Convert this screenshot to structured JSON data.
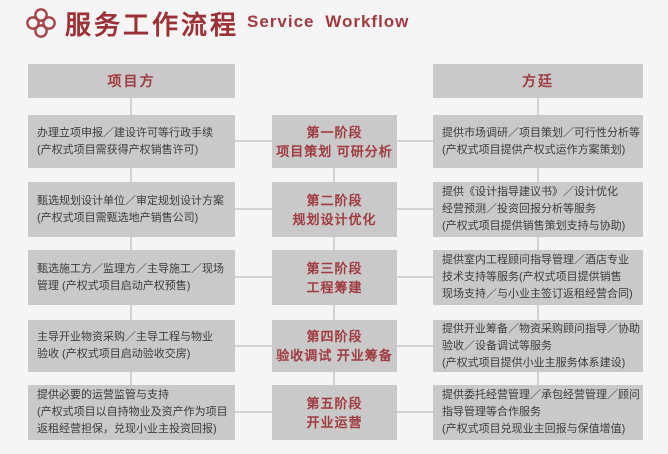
{
  "title": {
    "zh": "服务工作流程",
    "en": "Service Workflow"
  },
  "colors": {
    "background": "#f5f5f5",
    "box_fill": "#c9c9c9",
    "accent_red": "#9c3136",
    "body_text": "#3c3c3c",
    "connector": "#d2d2d2"
  },
  "columns": {
    "left_header": "项目方",
    "right_header": "方廷"
  },
  "rows": [
    {
      "left_lines": [
        "办理立项申报／建设许可等行政手续",
        "(产权式项目需获得产权销售许可)"
      ],
      "stage_title": "第一阶段",
      "stage_subtitle": "项目策划 可研分析",
      "right_lines": [
        "提供市场调研／项目策划／可行性分析等",
        "(产权式项目提供产权式运作方案策划)"
      ]
    },
    {
      "left_lines": [
        "甄选规划设计单位／审定规划设计方案",
        "(产权式项目需甄选地产销售公司)"
      ],
      "stage_title": "第二阶段",
      "stage_subtitle": "规划设计优化",
      "right_lines": [
        "提供《设计指导建议书》／设计优化",
        "经营预测／投资回报分析等服务",
        "(产权式项目提供销售策划支持与协助)"
      ]
    },
    {
      "left_lines": [
        "甄选施工方／监理方／主导施工／现场",
        "管理 (产权式项目启动产权预售)"
      ],
      "stage_title": "第三阶段",
      "stage_subtitle": "工程筹建",
      "right_lines": [
        "提供室内工程顾问指导管理／酒店专业",
        "技术支持等服务(产权式项目提供销售",
        "现场支持／与小业主签订返租经营合同)"
      ]
    },
    {
      "left_lines": [
        "主导开业物资采购／主导工程与物业",
        "验收 (产权式项目启动验收交房)"
      ],
      "stage_title": "第四阶段",
      "stage_subtitle": "验收调试 开业筹备",
      "right_lines": [
        "提供开业筹备／物资采购顾问指导／协助",
        "验收／设备调试等服务",
        "(产权式项目提供小业主服务体系建设)"
      ]
    },
    {
      "left_lines": [
        "提供必要的运营监管与支持",
        "(产权式项目以自持物业及资产作为项目",
        "返租经营担保，兑现小业主投资回报)"
      ],
      "stage_title": "第五阶段",
      "stage_subtitle": "开业运营",
      "right_lines": [
        "提供委托经营管理／承包经营管理／顾问",
        "指导管理等合作服务",
        "(产权式项目兑现业主回报与保值增值)"
      ]
    }
  ]
}
